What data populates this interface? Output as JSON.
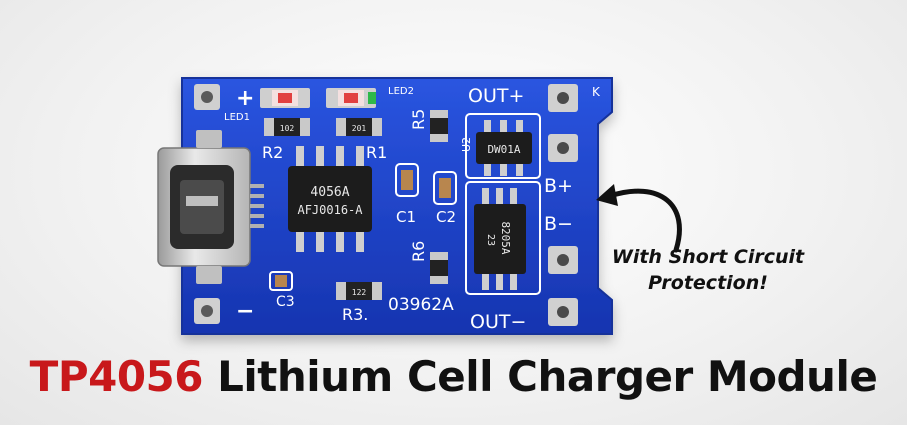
{
  "title": {
    "accent": "TP4056",
    "rest": "Lithium Cell Charger Module"
  },
  "callout": {
    "line1": "With Short Circuit",
    "line2": "Protection!"
  },
  "board": {
    "silkscreen": {
      "plus": "+",
      "minus": "−",
      "led1": "LED1",
      "led2": "LED2",
      "r1": "R1",
      "r2": "R2",
      "r3": "R3.",
      "r5": "R5",
      "r6": "R6",
      "c1": "C1",
      "c2": "C2",
      "c3": "C3",
      "u2": "U2",
      "out_plus": "OUT+",
      "out_minus": "OUT−",
      "b_plus": "B+",
      "b_minus": "B−",
      "k": "K",
      "board_code": "03962A"
    },
    "chip_main": {
      "line1": "4056A",
      "line2": "AFJ0016-A"
    },
    "chip_protect": {
      "line1": "DW01A"
    },
    "chip_mosfet": {
      "line1": "8205A",
      "line2": "23"
    },
    "resistor_codes": {
      "r2": "102",
      "r1": "201",
      "r3": "122"
    }
  },
  "colors": {
    "pcb": "#1b3fc4",
    "accent_red": "#c8181b",
    "pad": "#cfcfcf"
  }
}
